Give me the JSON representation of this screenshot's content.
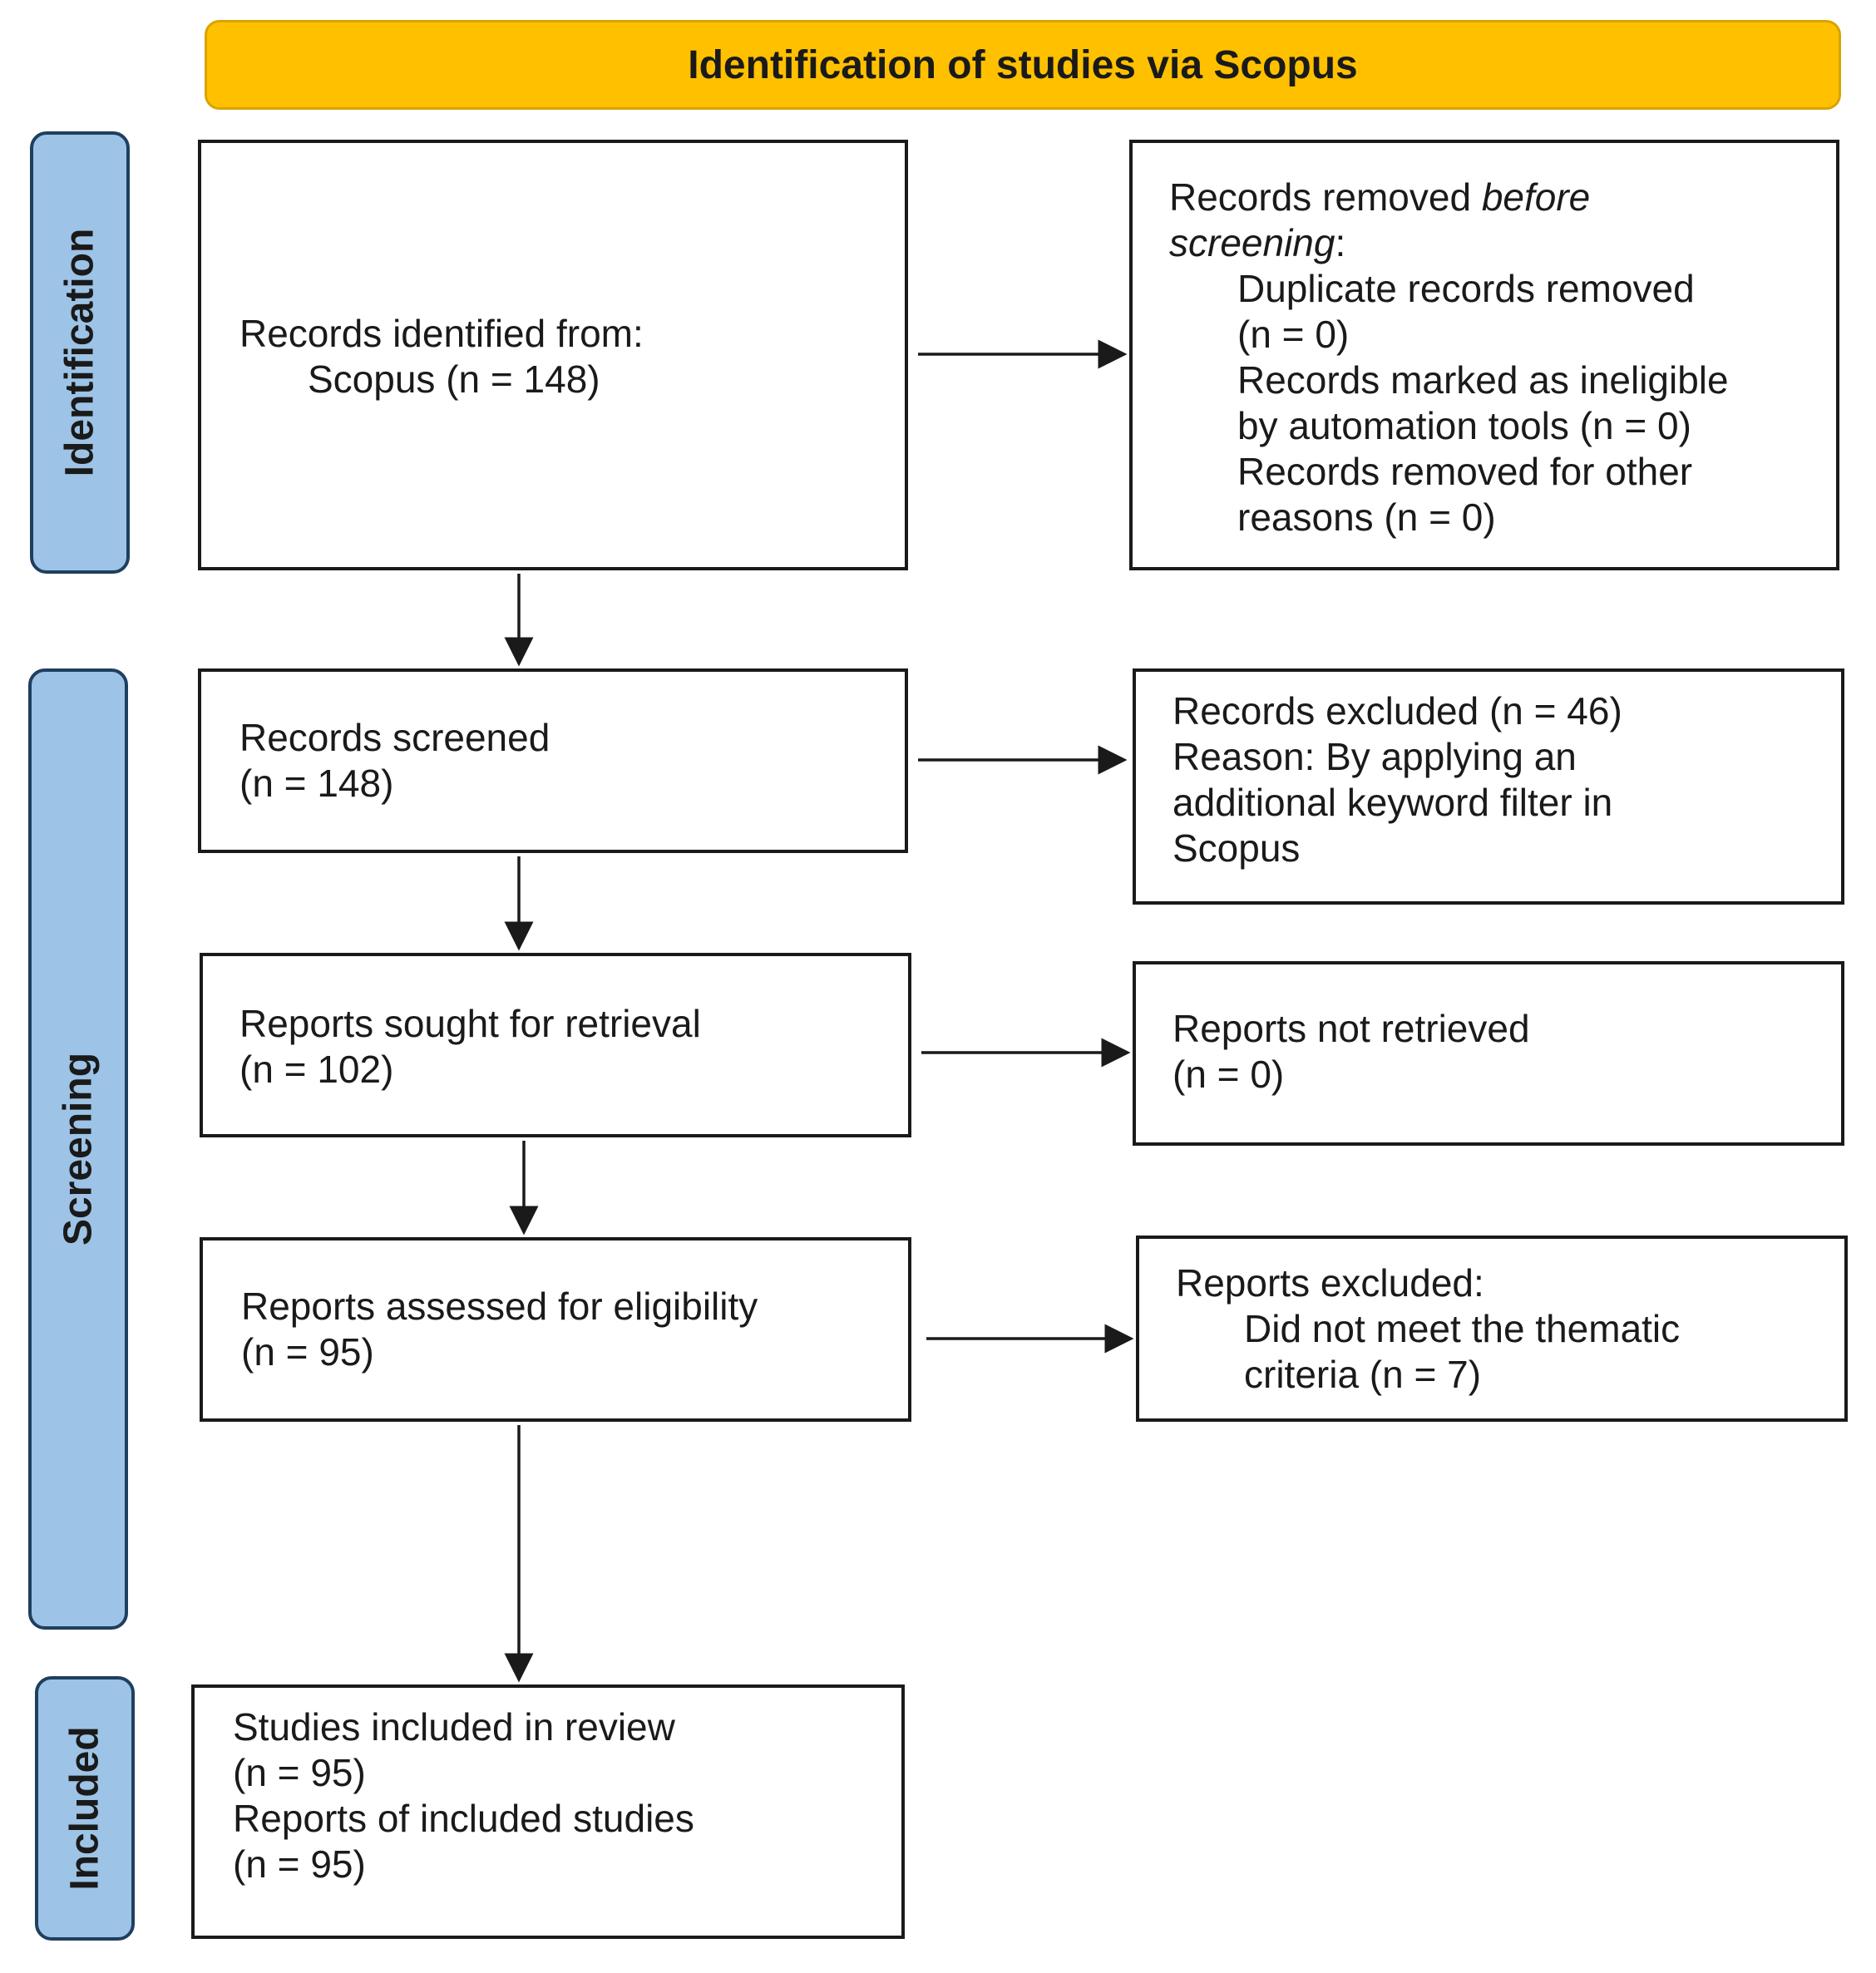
{
  "header": {
    "title": "Identification of studies via Scopus"
  },
  "phases": {
    "identification": "Identification",
    "screening": "Screening",
    "included": "Included"
  },
  "boxes": {
    "records_identified": {
      "line1": "Records identified from:",
      "line2": "Scopus (n = 148)"
    },
    "records_removed": {
      "prefix": "Records removed ",
      "emph1": "before",
      "emph2": "screening",
      "suffix": ":",
      "dup1": "Duplicate records removed",
      "dup2": "(n = 0)",
      "inel1": "Records marked as ineligible",
      "inel2": "by automation tools (n = 0)",
      "other1": "Records removed for other",
      "other2": "reasons (n = 0)"
    },
    "records_screened": {
      "line1": "Records screened",
      "line2": "(n = 148)"
    },
    "records_excluded": {
      "line1": "Records excluded (n = 46)",
      "line2": "Reason: By applying an",
      "line3": "additional keyword filter in",
      "line4": "Scopus"
    },
    "reports_sought": {
      "line1": "Reports sought for retrieval",
      "line2": "(n = 102)"
    },
    "reports_not_retrieved": {
      "line1": "Reports not retrieved",
      "line2": "(n = 0)"
    },
    "reports_assessed": {
      "line1": "Reports assessed for eligibility",
      "line2": "(n = 95)"
    },
    "reports_excluded": {
      "line1": "Reports excluded:",
      "line2": "Did not meet the thematic",
      "line3": "criteria (n = 7)"
    },
    "studies_included": {
      "line1": "Studies included in review",
      "line2": "(n = 95)",
      "line3": "Reports of included studies",
      "line4": "(n = 95)"
    }
  }
}
